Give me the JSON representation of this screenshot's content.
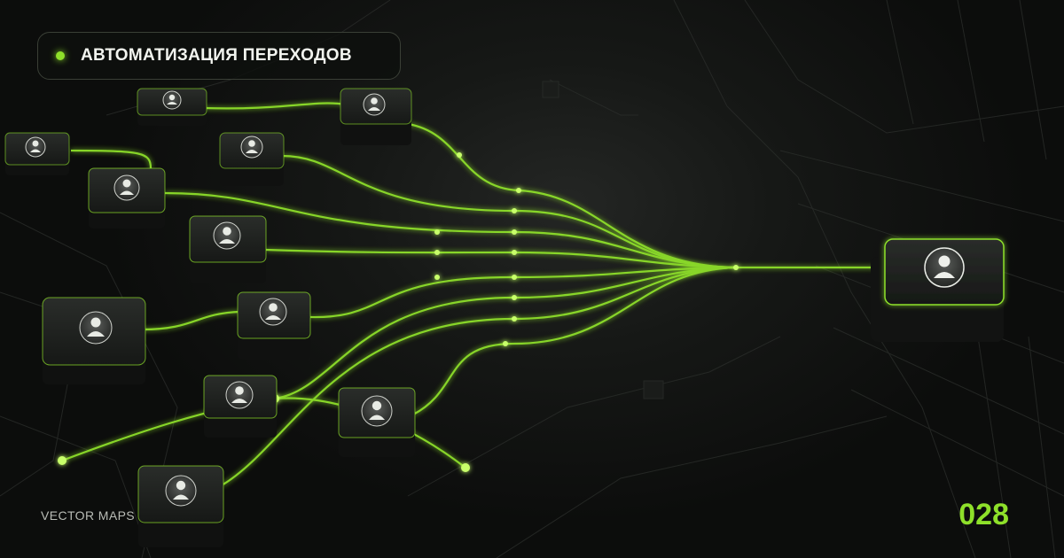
{
  "header": {
    "badge_label": "АВТОМАТИЗАЦИЯ ПЕРЕХОДОВ"
  },
  "footer": {
    "brand": "VECTOR MAPS",
    "issue_number": "028"
  },
  "colors": {
    "accent": "#8ee02a",
    "background": "#0b0c0b",
    "node_face": "#1b1d1b"
  },
  "icons": {
    "node_icon": "user-icon",
    "badge_icon": "dot-icon"
  }
}
